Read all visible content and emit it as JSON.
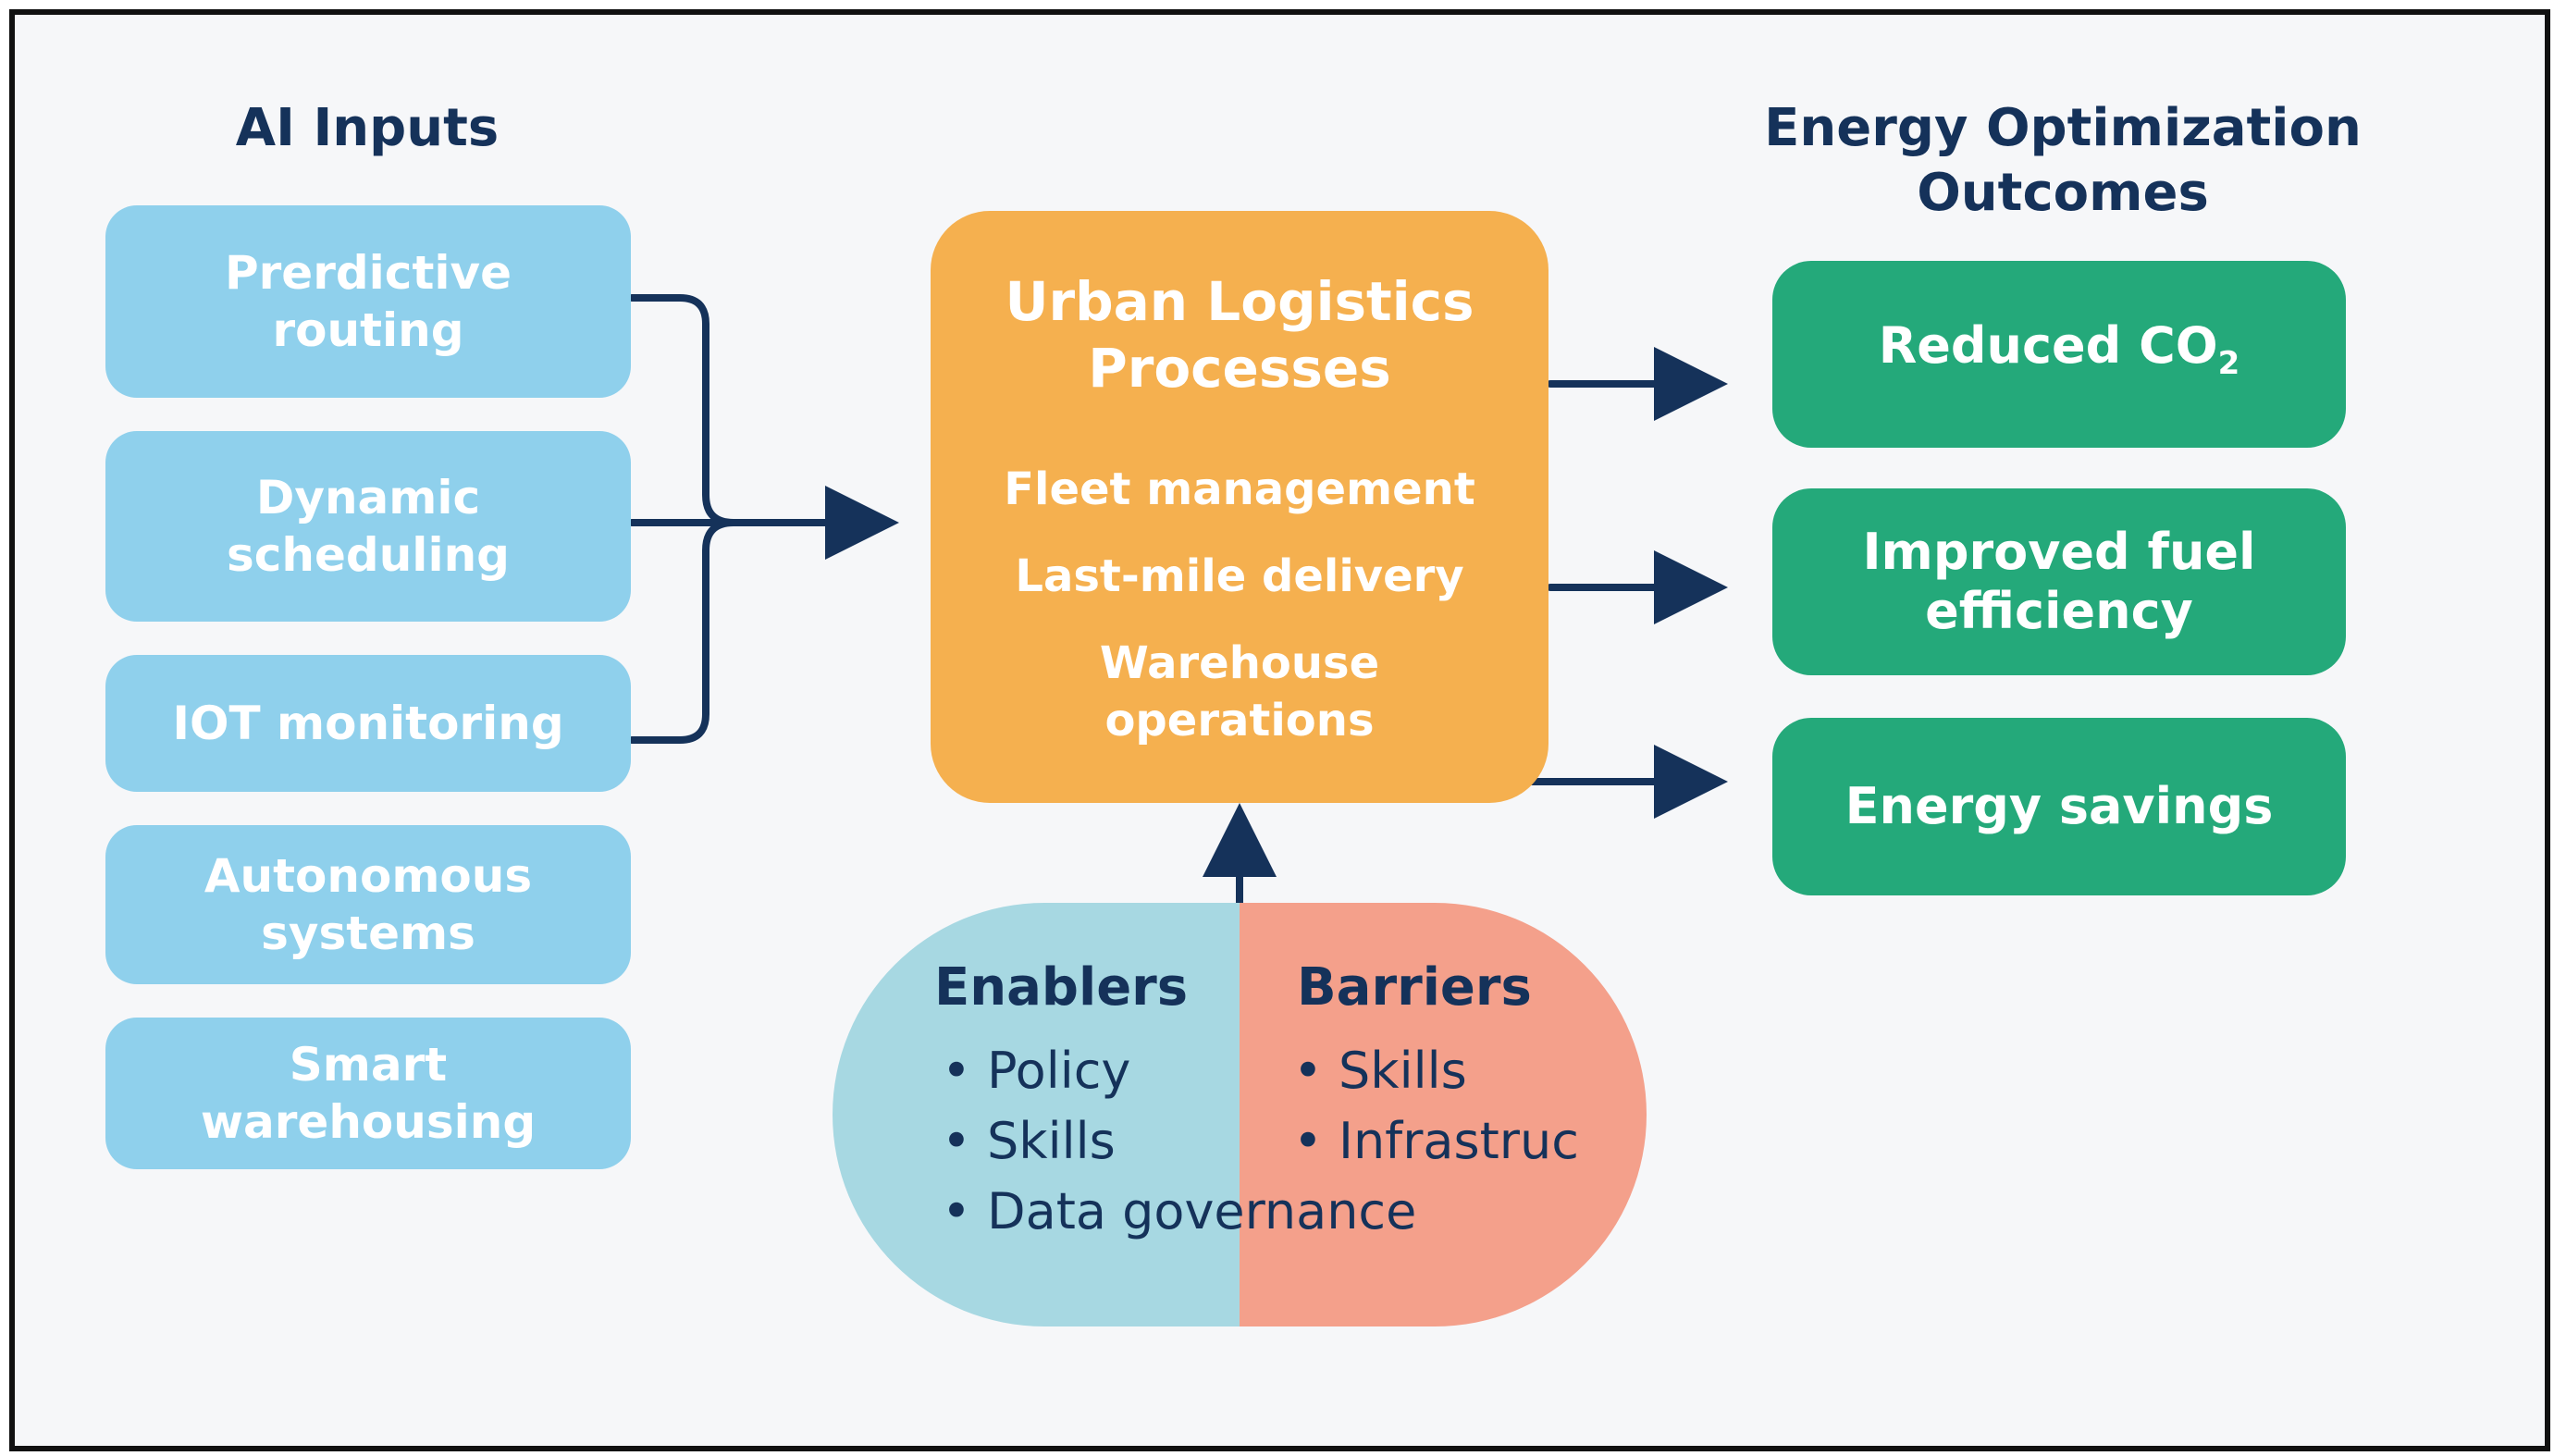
{
  "headings": {
    "inputs": "AI Inputs",
    "outcomes_line1": "Energy Optimization",
    "outcomes_line2": "Outcomes"
  },
  "inputs": [
    {
      "line1": "Prerdictive",
      "line2": "routing"
    },
    {
      "line1": "Dynamic",
      "line2": "scheduling"
    },
    {
      "line1": "IOT monitoring",
      "line2": ""
    },
    {
      "line1": "Autonomous",
      "line2": "systems"
    },
    {
      "line1": "Smart",
      "line2": "warehousing"
    }
  ],
  "process": {
    "title_line1": "Urban Logistics",
    "title_line2": "Processes",
    "items": [
      "Fleet management",
      "Last-mile delivery",
      "Warehouse",
      "operations"
    ]
  },
  "outcomes": [
    {
      "line1": "Reduced CO",
      "sub": "2",
      "line2": ""
    },
    {
      "line1": "Improved fuel",
      "line2": "efficiency"
    },
    {
      "line1": "Energy savings",
      "line2": ""
    }
  ],
  "enablers": {
    "title": "Enablers",
    "items": [
      "Policy",
      "Skills",
      "Data governance"
    ]
  },
  "barriers": {
    "title": "Barriers",
    "items": [
      "Skills",
      "Infrastruc"
    ]
  },
  "colors": {
    "navy": "#15325a",
    "input_blue": "#8fd0ec",
    "process_orange": "#f5b04f",
    "outcome_green": "#24a97a",
    "enabler_teal": "#a7d8e2",
    "barrier_salmon": "#f4a08b"
  }
}
